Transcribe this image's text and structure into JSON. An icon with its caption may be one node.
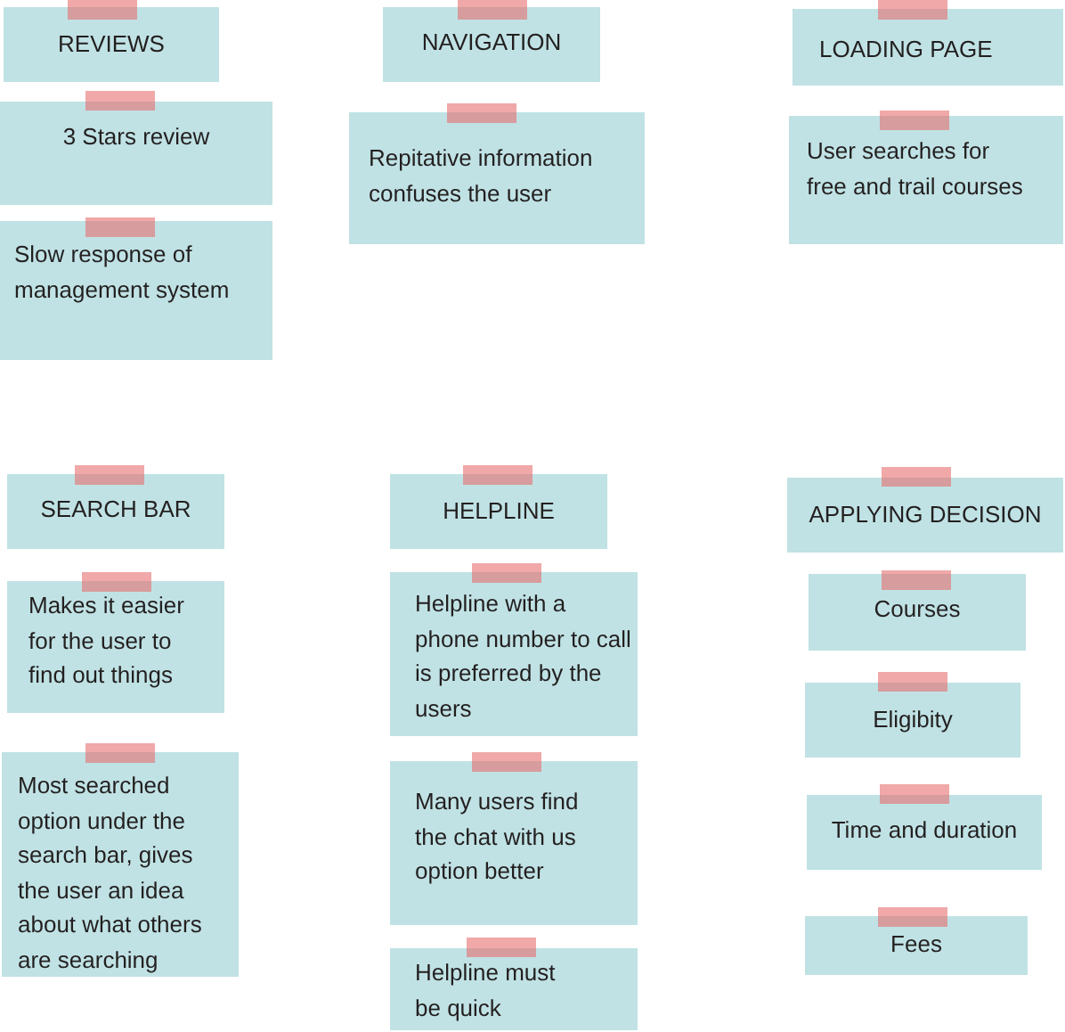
{
  "diagram": {
    "nodes": [
      {
        "text": [
          "REVIEWS"
        ]
      },
      {
        "text": [
          "3 Stars review"
        ]
      },
      {
        "text": [
          "Slow response of management system"
        ]
      },
      {
        "text": [
          "NAVIGATION"
        ]
      },
      {
        "text": [
          "Repitative information confuses the user"
        ]
      },
      {
        "text": [
          "LOADING PAGE"
        ]
      },
      {
        "text": [
          "User searches for free and trail courses"
        ]
      },
      {
        "text": [
          "SEARCH BAR"
        ]
      },
      {
        "text": [
          "Makes it easier for the user to find out things"
        ]
      },
      {
        "text": [
          "Most searched option under the search bar, gives the user an idea about what others are searching"
        ]
      },
      {
        "text": [
          "HELPLINE"
        ]
      },
      {
        "text": [
          "Helpline with a phone number to call is preferred by the users"
        ]
      },
      {
        "text": [
          "Many users find the chat with us option better"
        ]
      },
      {
        "text": [
          "Helpline must be quick"
        ]
      },
      {
        "text": [
          "APPLYING DECISION"
        ]
      },
      {
        "text": [
          "Courses"
        ]
      },
      {
        "text": [
          "Eligibity"
        ]
      },
      {
        "text": [
          "Time and duration"
        ]
      },
      {
        "text": [
          "Fees"
        ]
      }
    ]
  }
}
